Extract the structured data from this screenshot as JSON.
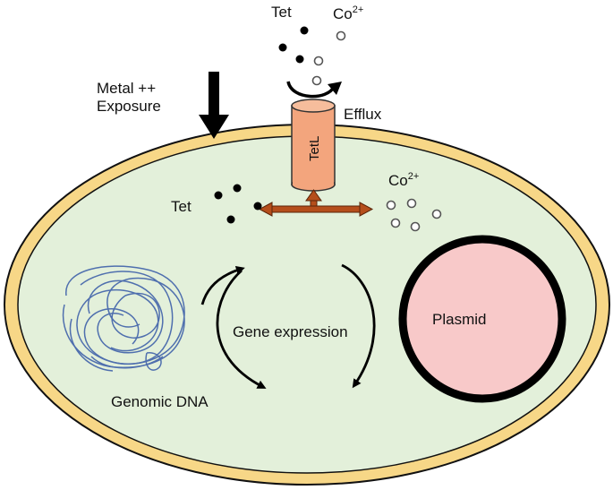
{
  "labels": {
    "tet_top": "Tet",
    "co_top": "Co",
    "co_top_charge": "2+",
    "metal_exposure_line1": "Metal ++",
    "metal_exposure_line2": "Exposure",
    "efflux": "Efflux",
    "pump": "TetL",
    "tet_inside": "Tet",
    "co_inside": "Co",
    "co_inside_charge": "2+",
    "gene_expression": "Gene expression",
    "plasmid": "Plasmid",
    "genomic_dna": "Genomic DNA"
  },
  "colors": {
    "cell_wall": "#f7d787",
    "cytoplasm": "#e3f0da",
    "pump_fill": "#f3a57d",
    "pump_arrow": "#b54e1b",
    "plasmid_fill": "#f8c9c9",
    "dna_line": "#4f6fae",
    "outline": "#000000"
  }
}
